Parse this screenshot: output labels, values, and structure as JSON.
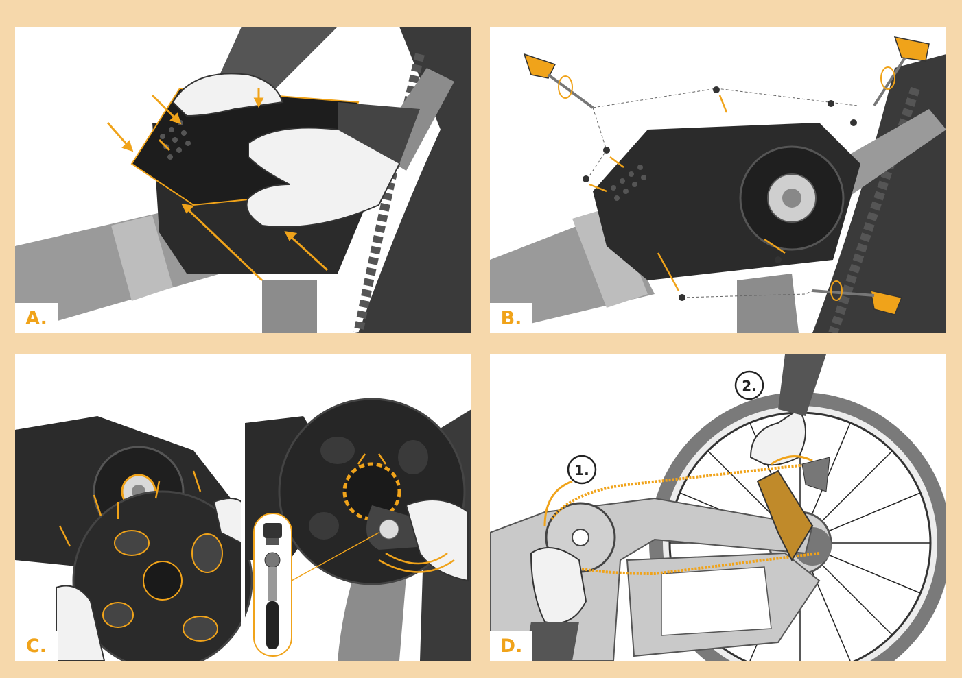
{
  "panels": [
    {
      "id": "a",
      "label": "A."
    },
    {
      "id": "b",
      "label": "B."
    },
    {
      "id": "c",
      "label": "C."
    },
    {
      "id": "d",
      "label": "D.",
      "steps": [
        "1.",
        "2."
      ]
    }
  ],
  "colors": {
    "background": "#f6d8ab",
    "accent": "#f0a31a",
    "frame": "#8c8c8c",
    "motor": "#2b2b2b",
    "tire": "#3a3a3a"
  },
  "icons": [
    "hand-icon",
    "hex-key-icon",
    "bolt-icon",
    "lockring-tool-icon",
    "ratchet-icon",
    "rotate-arrow-icon"
  ]
}
